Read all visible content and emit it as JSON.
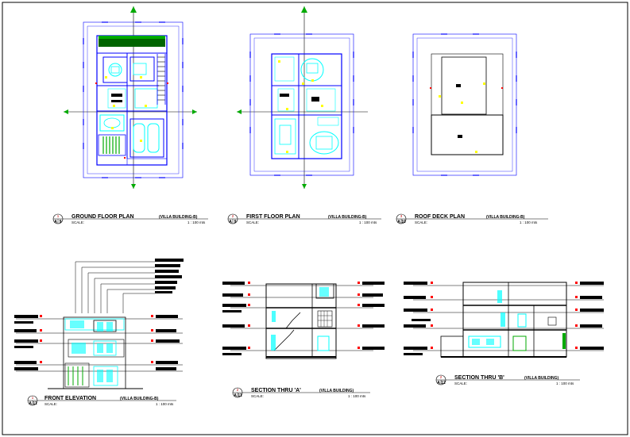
{
  "drawings": [
    {
      "id": "ground",
      "num": "1",
      "ref": "A",
      "sheet": "9",
      "title": "GROUND FLOOR PLAN",
      "subtitle": "(VILLA BUILDING-B)",
      "scale_label": "SCALE:",
      "scale_value": "1 : 100 mts"
    },
    {
      "id": "first",
      "num": "2",
      "ref": "A",
      "sheet": "9",
      "title": "FIRST FLOOR PLAN",
      "subtitle": "(VILLA BUILDING-B)",
      "scale_label": "SCALE:",
      "scale_value": "1 : 100 mts"
    },
    {
      "id": "roof",
      "num": "3",
      "ref": "A",
      "sheet": "10",
      "title": "ROOF DECK PLAN",
      "subtitle": "(VILLA BUILDING-B)",
      "scale_label": "SCALE:",
      "scale_value": "1 : 100 mts"
    },
    {
      "id": "elev",
      "num": "1",
      "ref": "A",
      "sheet": "11",
      "title": "FRONT ELEVATION",
      "subtitle": "(VILLA BUILDING-B)",
      "scale_label": "SCALE:",
      "scale_value": "1 : 100 mts"
    },
    {
      "id": "secA",
      "num": "2",
      "ref": "A",
      "sheet": "11",
      "title": "SECTION THRU 'A'",
      "subtitle": "(VILLA BUILDING)",
      "scale_label": "SCALE:",
      "scale_value": "1 : 100 mts"
    },
    {
      "id": "secB",
      "num": "2",
      "ref": "A",
      "sheet": "12",
      "title": "SECTION THRU 'B'",
      "subtitle": "(VILLA BUILDING)",
      "scale_label": "SCALE:",
      "scale_value": "1 : 100 mts"
    }
  ],
  "colors": {
    "wall": "#0000ff",
    "fixture": "#00ffff",
    "hatch": "#00b050",
    "text": "#000000",
    "dim_mark": "#ff0000",
    "accent": "#ffff00"
  }
}
